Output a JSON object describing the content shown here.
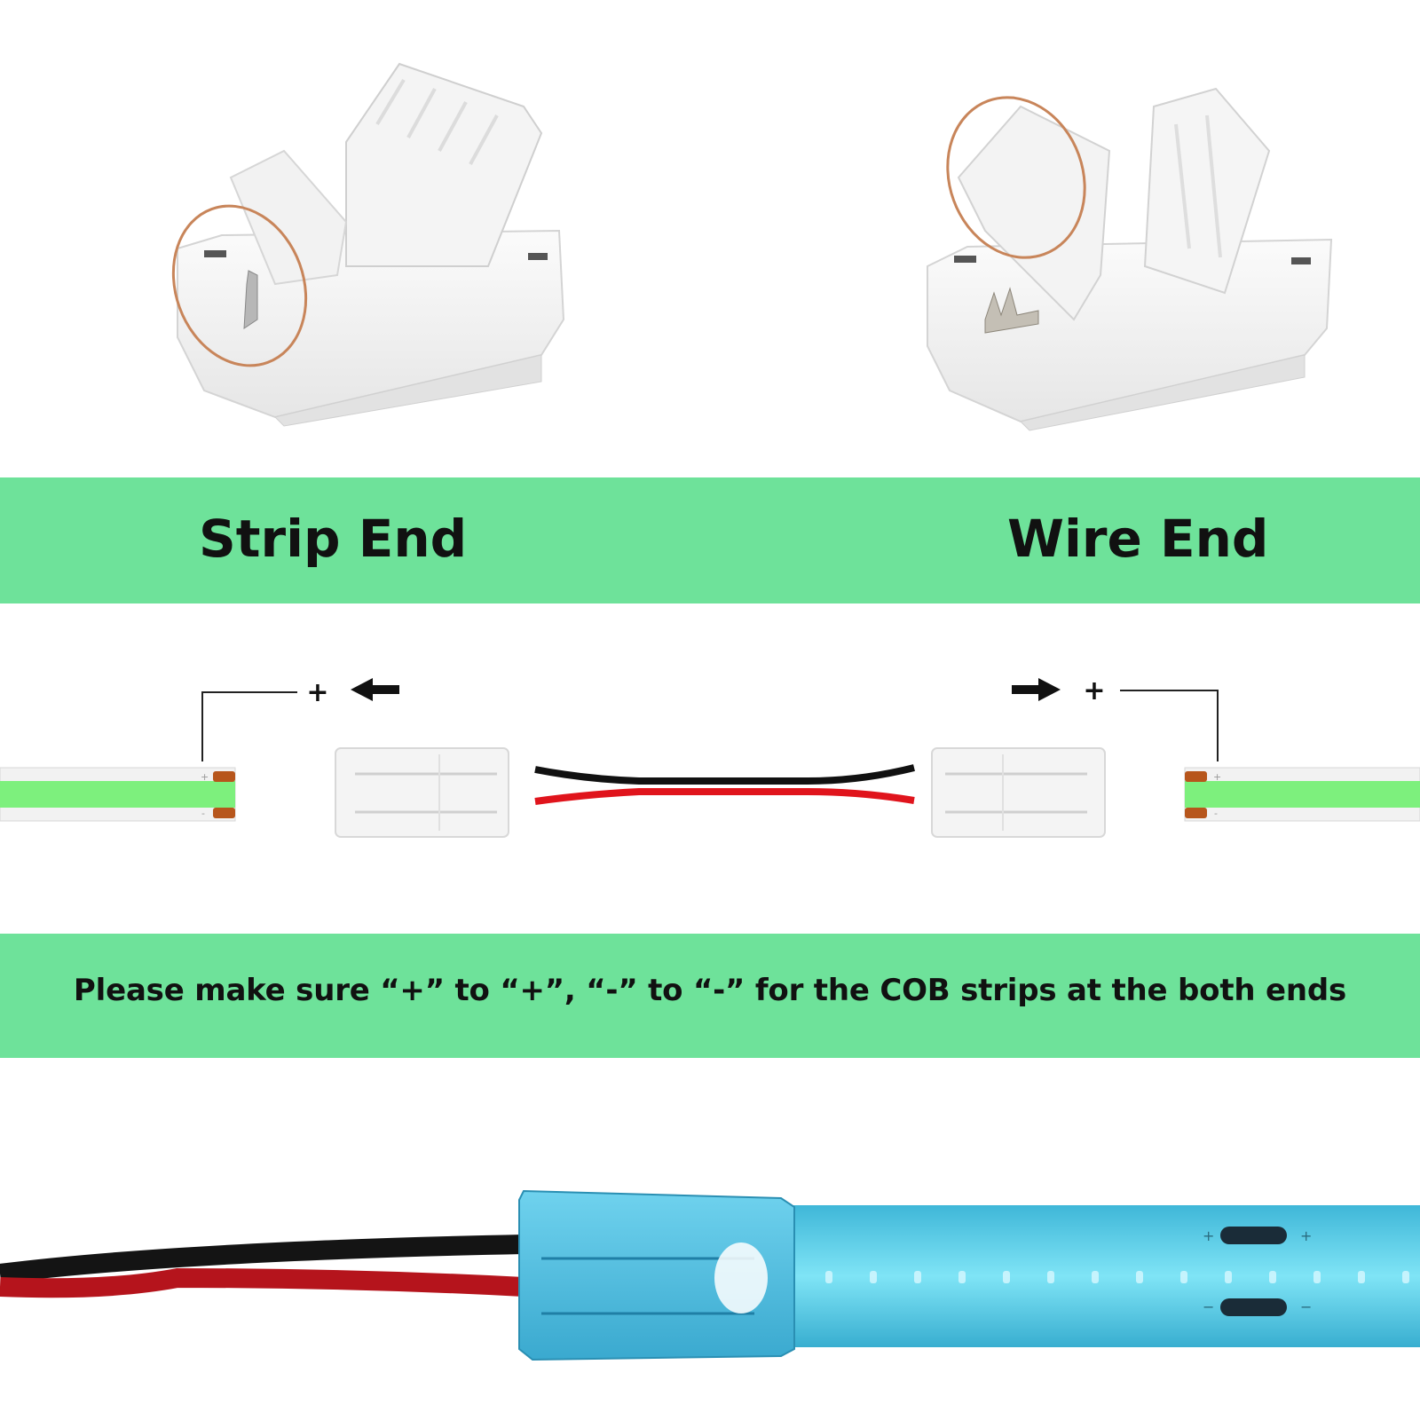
{
  "labels": {
    "strip_end": "Strip End",
    "wire_end": "Wire End"
  },
  "instruction": "Please make sure “+” to “+”, “-” to “-” for the COB strips at the both ends",
  "diagram": {
    "plus_left": "+",
    "plus_right": "+",
    "strip_plus": "+",
    "strip_minus": "-",
    "arrow_left_icon": "arrow-left-icon",
    "arrow_right_icon": "arrow-right-icon"
  },
  "photo": {
    "pad_plus": "+",
    "pad_minus": "−"
  },
  "colors": {
    "band": "#6ee29a",
    "strip_green": "#7df07d",
    "copper_pad": "#b7561c",
    "wire_red": "#e0141c",
    "wire_black": "#111111",
    "cob_strip_blue": "#5fd3ec",
    "highlight_circle": "#c8855a"
  }
}
